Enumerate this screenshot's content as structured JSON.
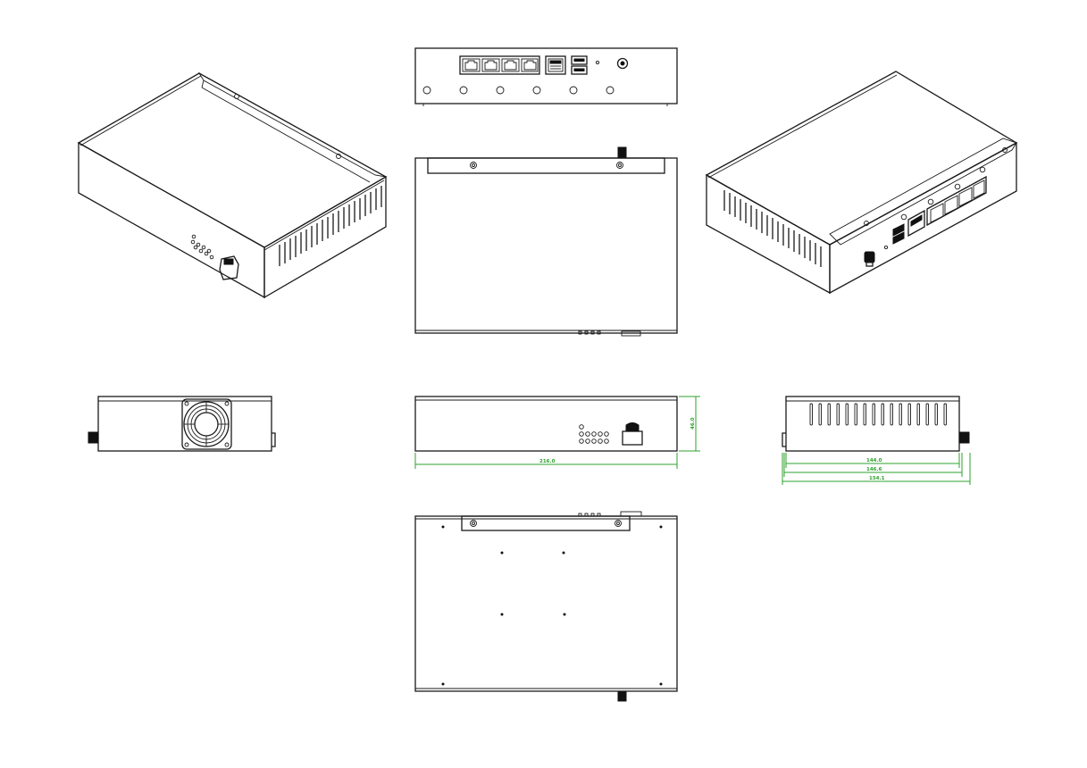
{
  "colors": {
    "line": "#1a1a1a",
    "dimension": "#2ca02c",
    "background": "#ffffff"
  },
  "dimensions": {
    "length": "216.0",
    "height": "46.0",
    "width_inner": "144.0",
    "width_mid": "146.6",
    "width_outer": "154.1"
  }
}
